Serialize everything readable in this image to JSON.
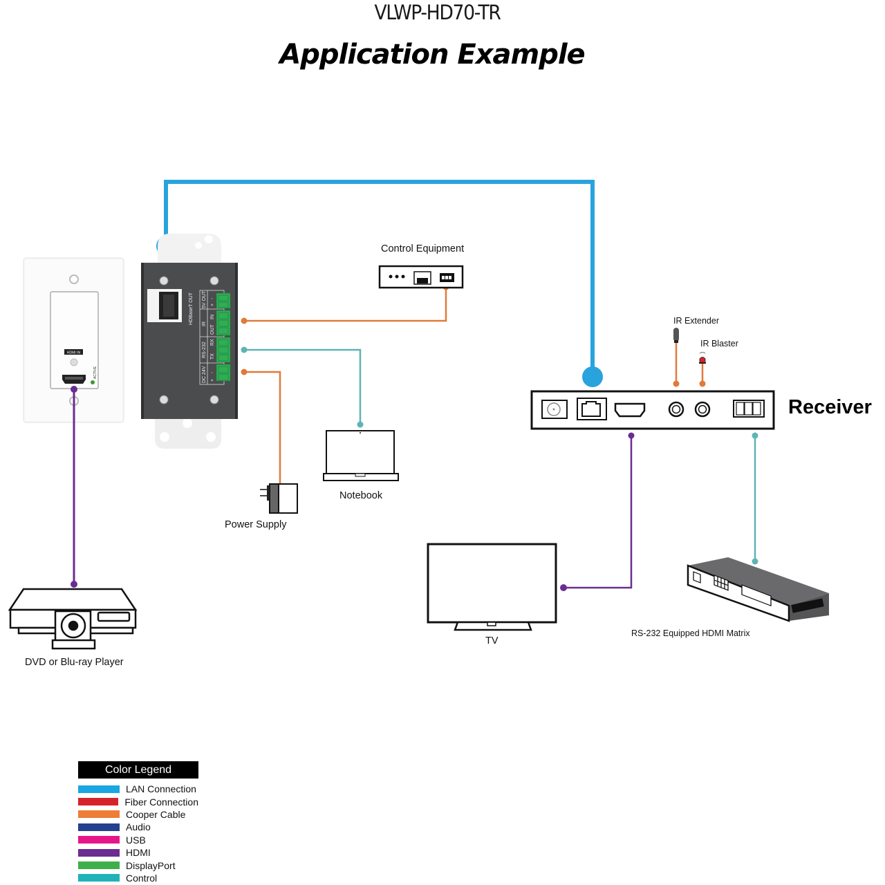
{
  "header": {
    "model": "VLWP-HD70-TR",
    "title": "Application Example"
  },
  "transmitter": {
    "front_plate": {
      "hdmi_label": "HDMI IN",
      "led_label": "ACTIVE"
    },
    "rear_panel": {
      "port_label": "HDBaseT OUT",
      "terminal_labels": {
        "five_v_out": "5V OUT",
        "ir": "IR",
        "rs232": "RS-232",
        "dc": "DC 24V",
        "plus": "+",
        "minus": "-",
        "in": "IN",
        "out": "OUT",
        "ground": "⏚",
        "rx": "RX",
        "tx": "TX"
      }
    }
  },
  "devices": {
    "control_equipment": "Control Equipment",
    "notebook": "Notebook",
    "power_supply": "Power Supply",
    "dvd_player": "DVD or Blu-ray Player",
    "ir_extender": "IR Extender",
    "ir_blaster": "IR Blaster",
    "receiver": "Receiver",
    "tv": "TV",
    "hdmi_matrix": "RS-232 Equipped HDMI Matrix"
  },
  "connections": [
    {
      "from": "transmitter",
      "to": "receiver",
      "type": "LAN Connection"
    },
    {
      "from": "transmitter",
      "to": "control_equipment",
      "type": "Cooper Cable"
    },
    {
      "from": "transmitter",
      "to": "notebook",
      "type": "Control"
    },
    {
      "from": "transmitter",
      "to": "power_supply",
      "type": "Cooper Cable"
    },
    {
      "from": "dvd_player",
      "to": "transmitter",
      "type": "HDMI"
    },
    {
      "from": "ir_extender",
      "to": "receiver",
      "type": "Cooper Cable"
    },
    {
      "from": "ir_blaster",
      "to": "receiver",
      "type": "Cooper Cable"
    },
    {
      "from": "receiver",
      "to": "tv",
      "type": "HDMI"
    },
    {
      "from": "receiver",
      "to": "hdmi_matrix",
      "type": "Control"
    }
  ],
  "legend": {
    "title": "Color Legend",
    "items": [
      {
        "label": "LAN Connection",
        "color": "#1aa6e2"
      },
      {
        "label": "Fiber Connection",
        "color": "#d6232a"
      },
      {
        "label": "Cooper Cable",
        "color": "#ee7d38"
      },
      {
        "label": "Audio",
        "color": "#24408f"
      },
      {
        "label": "USB",
        "color": "#e6168a"
      },
      {
        "label": "HDMI",
        "color": "#6a2c91"
      },
      {
        "label": "DisplayPort",
        "color": "#3eb04b"
      },
      {
        "label": "Control",
        "color": "#1fb3b8"
      }
    ]
  },
  "colors": {
    "lan": "#29a3dd",
    "copper": "#e07a3a",
    "hdmi": "#6a2c91",
    "control": "#5fb3b6",
    "panel": "#4a4b4d",
    "terminal": "#2fae55"
  }
}
